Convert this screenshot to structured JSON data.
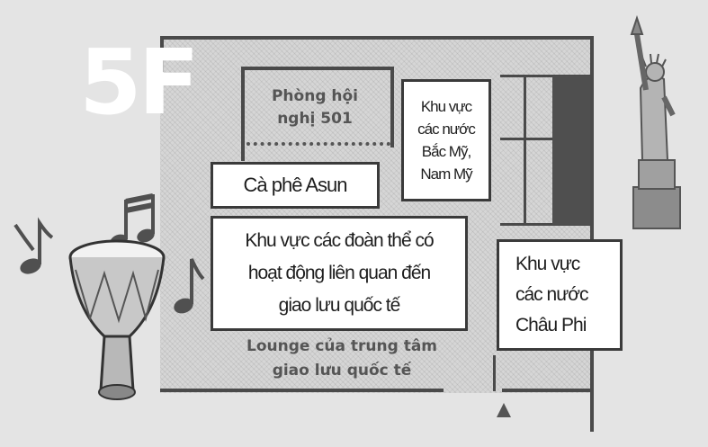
{
  "floor": "5F",
  "rooms": {
    "meeting_room": "Phòng hội\nnghị 501",
    "americas": "Khu vực\ncác nước\nBắc Mỹ,\nNam Mỹ",
    "cafe": "Cà phê  Asun",
    "groups": "Khu vực các đoàn thể có\nhoạt động liên quan đến\ngiao lưu quốc tế",
    "africa": "Khu  vực\ncác nước\nChâu  Phi",
    "lounge": "Lounge của trung tâm\ngiao lưu quốc tế"
  },
  "icons": [
    "music-note-icon",
    "double-music-note-icon",
    "djembe-drum-icon",
    "statue-of-liberty-icon",
    "up-arrow-icon"
  ]
}
